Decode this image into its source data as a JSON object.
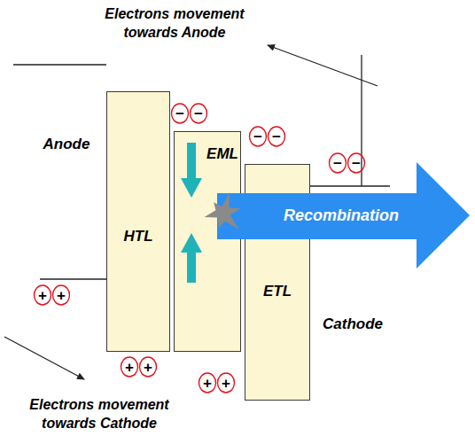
{
  "diagram": {
    "nodes": [
      {
        "text": [
          "HTL"
        ]
      },
      {
        "text": [
          "EML"
        ]
      },
      {
        "text": [
          "ETL"
        ]
      },
      {
        "text": [
          "Recombination"
        ]
      }
    ],
    "labels": [
      "Electrons movement towards Anode",
      "−",
      "−",
      "−",
      "−",
      "−",
      "−",
      "Anode",
      "Cathode",
      "+",
      "+",
      "+",
      "+",
      "+",
      "+",
      "Electrons movement towards Cathode"
    ]
  }
}
